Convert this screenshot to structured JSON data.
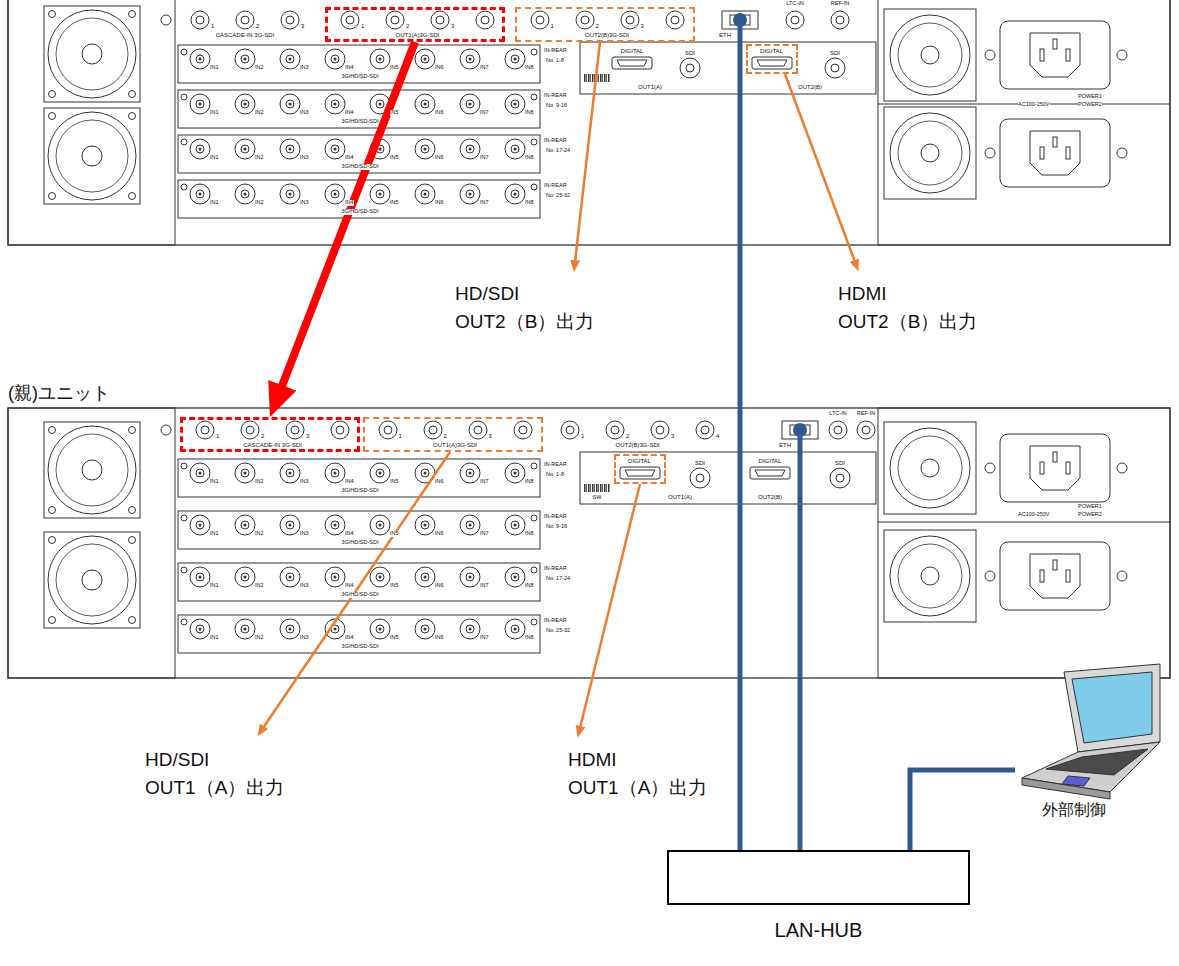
{
  "diagram": {
    "nodes": [
      {
        "text": [
          "1",
          "2",
          "3",
          "CASCADE-IN 3G-SDI",
          "LTC-IN",
          "REF-IN",
          "ETH",
          "IN1",
          "IN2",
          "IN3",
          "IN4",
          "IN5",
          "IN6",
          "IN7",
          "IN8",
          "3G/HD/SD-SDI",
          "IN-REAR",
          "No. 1-8",
          "IN1",
          "IN2",
          "IN3",
          "IN4",
          "IN5",
          "IN6",
          "IN7",
          "IN8",
          "3G/HD/SD-SDI",
          "IN-REAR",
          "No. 9-16",
          "IN1",
          "IN2",
          "IN3",
          "IN4",
          "IN5",
          "IN6",
          "IN7",
          "IN8",
          "3G/HD/SD-SDI",
          "IN-REAR",
          "No. 17-24",
          "IN1",
          "IN2",
          "IN3",
          "IN4",
          "IN5",
          "IN6",
          "IN7",
          "IN8",
          "3G/HD/SD-SDI",
          "IN-REAR",
          "No. 25-32",
          "DIGITAL",
          "SDI",
          "OUT1(A)",
          "SDI",
          "OUT2(B)",
          "AC100-250V",
          "POWER1",
          "POWER2"
        ]
      },
      {
        "text": [
          "1",
          "2",
          "3",
          "OUT1(A)3G-SDI"
        ],
        "in": 0
      },
      {
        "text": [
          "1",
          "2",
          "3",
          "OUT2(B)3G-SDI"
        ],
        "in": 0
      },
      {
        "text": [
          "DIGITAL"
        ],
        "in": 0
      },
      {
        "text": [
          "(親)ユニット",
          "1",
          "2",
          "3",
          "4",
          "OUT2(B)3G-SDI",
          "ETH",
          "LTC-IN",
          "REF-IN",
          "IN1",
          "IN2",
          "IN3",
          "IN4",
          "IN5",
          "IN6",
          "IN7",
          "IN8",
          "3G/HD/SD-SDI",
          "IN-REAR",
          "No. 1-8",
          "IN1",
          "IN2",
          "IN3",
          "IN4",
          "IN5",
          "IN6",
          "IN7",
          "IN8",
          "3G/HD/SD-SDI",
          "IN-REAR",
          "No. 9-16",
          "IN1",
          "IN2",
          "IN3",
          "IN4",
          "IN5",
          "IN6",
          "IN7",
          "IN8",
          "3G/HD/SD-SDI",
          "IN-REAR",
          "No. 17-24",
          "IN1",
          "IN2",
          "IN3",
          "IN4",
          "IN5",
          "IN6",
          "IN7",
          "IN8",
          "3G/HD/SD-SDI",
          "IN-REAR",
          "No. 25-32",
          "SW",
          "SDI",
          "OUT1(A)",
          "DIGITAL",
          "SDI",
          "OUT2(B)",
          "AC100-250V",
          "POWER1",
          "POWER2"
        ]
      },
      {
        "text": [
          "1",
          "2",
          "3",
          "CASCADE-IN 3G-SDI"
        ],
        "in": 4
      },
      {
        "text": [
          "1",
          "2",
          "3",
          "OUT1(A)3G-SDI"
        ],
        "in": 4
      },
      {
        "text": [
          "DIGITAL"
        ],
        "in": 4
      },
      {
        "text": [
          "LAN-HUB"
        ]
      },
      {
        "text": [
          "外部制御"
        ]
      }
    ],
    "edges": [
      {
        "from": 1,
        "to": 5,
        "arrow": "to"
      },
      {
        "from": 0,
        "to": 8,
        "arrow": "none"
      },
      {
        "from": 4,
        "to": 8,
        "arrow": "none"
      },
      {
        "from": 9,
        "to": 8,
        "arrow": "none"
      }
    ],
    "labels": [
      "HD/SDI OUT2（B）出力",
      "HDMI OUT2（B）出力",
      "HD/SDI OUT1（A）出力",
      "HDMI OUT1（A）出力"
    ]
  }
}
